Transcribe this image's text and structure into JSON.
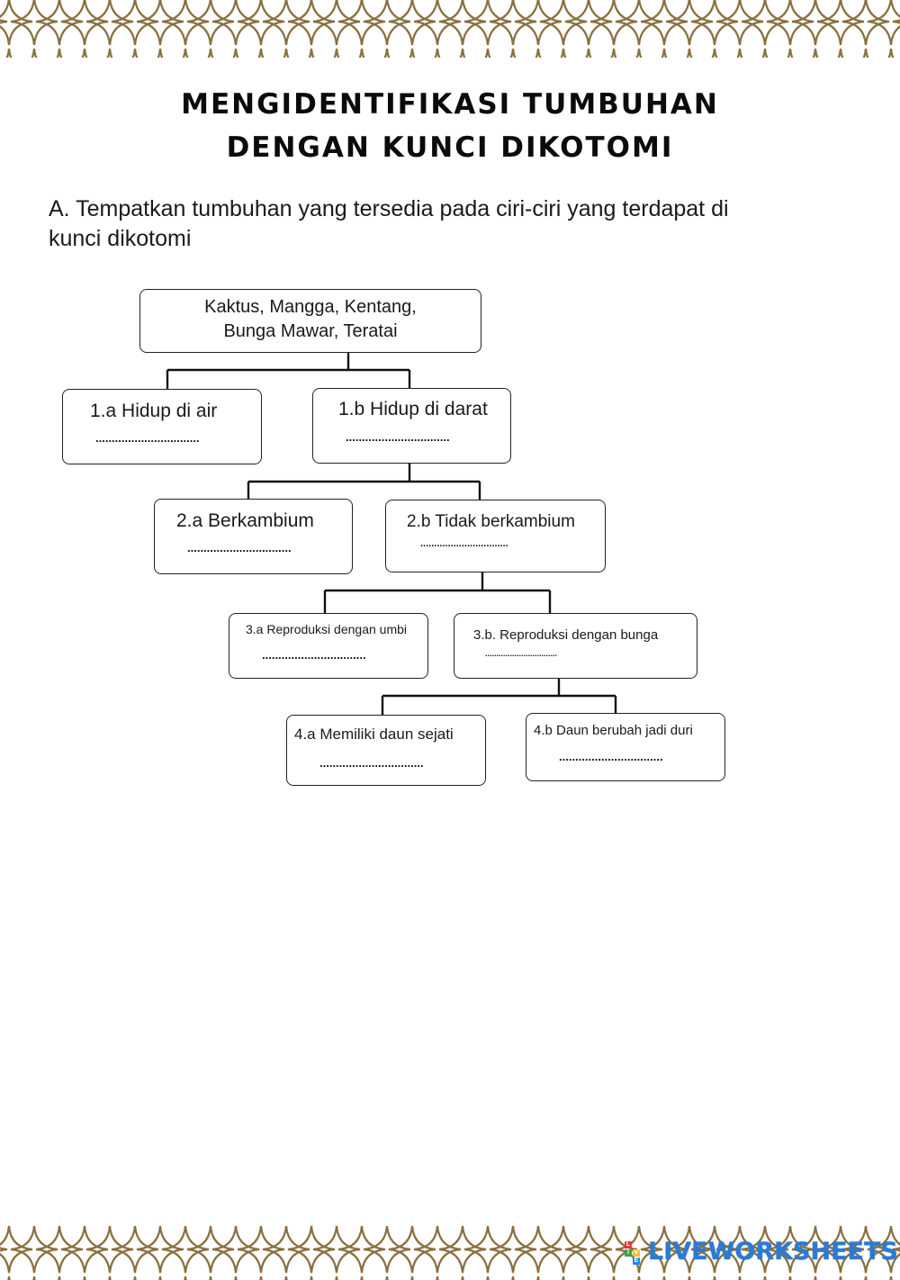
{
  "document": {
    "title_line1": "MENGIDENTIFIKASI TUMBUHAN",
    "title_line2": "DENGAN KUNCI DIKOTOMI",
    "instruction_line1": "A. Tempatkan tumbuhan yang tersedia pada ciri-ciri yang terdapat di",
    "instruction_line2": "kunci dikotomi"
  },
  "diagram": {
    "root": {
      "line1": "Kaktus, Mangga, Kentang,",
      "line2": "Bunga Mawar, Teratai"
    },
    "nodes": {
      "n1a": {
        "label": "1.a Hidup di air",
        "blank": "................................"
      },
      "n1b": {
        "label": "1.b Hidup di darat",
        "blank": "................................"
      },
      "n2a": {
        "label": "2.a Berkambium",
        "blank": "................................"
      },
      "n2b": {
        "label": "2.b Tidak berkambium",
        "blank": "................................"
      },
      "n3a": {
        "label": "3.a Reproduksi dengan umbi",
        "blank": "................................"
      },
      "n3b": {
        "label": "3.b. Reproduksi dengan bunga",
        "blank": "................................"
      },
      "n4a": {
        "label": "4.a Memiliki daun sejati",
        "blank": "................................"
      },
      "n4b": {
        "label": "4.b Daun berubah jadi duri",
        "blank": "................................"
      }
    }
  },
  "branding": {
    "logo_text": "LIVEWORKSHEETS",
    "mark_letters": [
      "L",
      "I",
      "V",
      "E"
    ],
    "mark_colors": [
      "#e53935",
      "#43a047",
      "#fbc02d",
      "#1e88e5"
    ],
    "text_color": "#2a7bd6"
  },
  "colors": {
    "ornament": "#8a7040",
    "line": "#111111"
  }
}
